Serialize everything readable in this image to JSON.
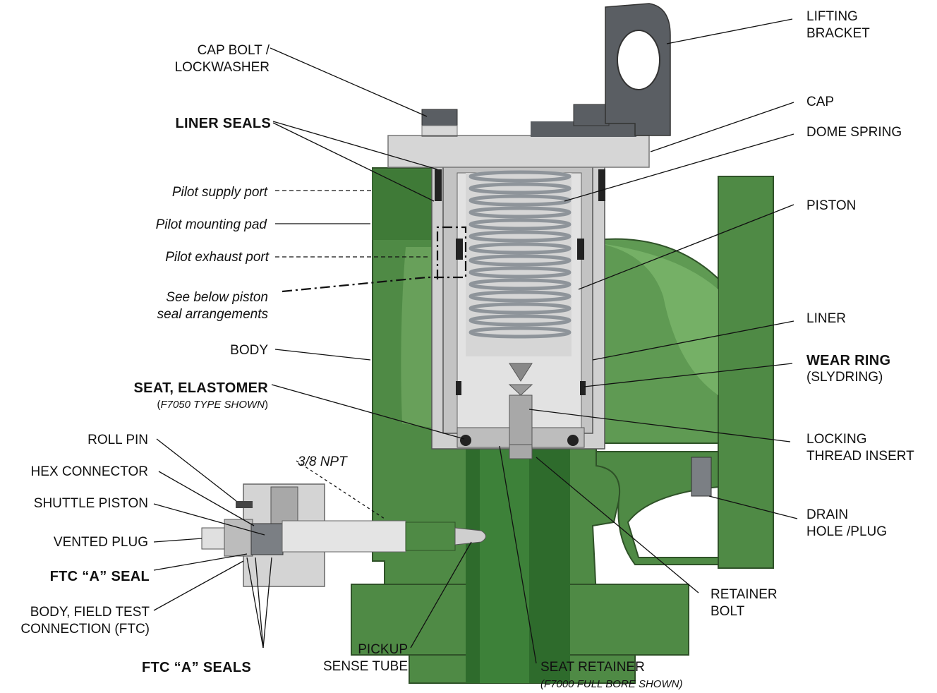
{
  "labels": {
    "lifting_bracket": [
      "LIFTING",
      "BRACKET"
    ],
    "cap_bolt": [
      "CAP BOLT /",
      "LOCKWASHER"
    ],
    "liner_seals": "LINER SEALS",
    "cap": "CAP",
    "dome_spring": "DOME SPRING",
    "pilot_supply_port": "Pilot supply port",
    "piston": "PISTON",
    "pilot_mounting_pad": "Pilot mounting pad",
    "pilot_exhaust_port": "Pilot exhaust port",
    "see_below": [
      "See below piston",
      "seal arrangements"
    ],
    "liner": "LINER",
    "body": "BODY",
    "wear_ring": "WEAR RING",
    "wear_ring_sub": "(SLYDRING)",
    "seat_elastomer": "SEAT, ELASTOMER",
    "seat_elastomer_sub_open": "(",
    "seat_elastomer_sub_italic": "F7050 TYPE SHOWN",
    "seat_elastomer_sub_close": ")",
    "locking_thread_insert": [
      "LOCKING",
      "THREAD INSERT"
    ],
    "roll_pin": "ROLL PIN",
    "npt": "3/8 NPT",
    "hex_connector": "HEX CONNECTOR",
    "shuttle_piston": "SHUTTLE PISTON",
    "drain_plug": [
      "DRAIN",
      "HOLE /PLUG"
    ],
    "vented_plug": "VENTED PLUG",
    "ftc_a_seal": "FTC “A” SEAL",
    "retainer_bolt": [
      "RETAINER",
      "BOLT"
    ],
    "body_ftc": [
      "BODY, FIELD TEST",
      "CONNECTION (FTC)"
    ],
    "pickup_sense_tube": [
      "PICKUP",
      "SENSE TUBE"
    ],
    "ftc_a_seals": "FTC “A” SEALS",
    "seat_retainer": "SEAT RETAINER",
    "seat_retainer_sub": "(F7000 FULL BORE SHOWN)"
  },
  "colors": {
    "body_green": "#4f8a45",
    "body_green_dark": "#3c6e35",
    "body_green_light": "#6fa862",
    "metal_light": "#d8d8d8",
    "metal_mid": "#b5b5b5",
    "metal_dark": "#5a5e63",
    "spring": "#8e949a"
  }
}
